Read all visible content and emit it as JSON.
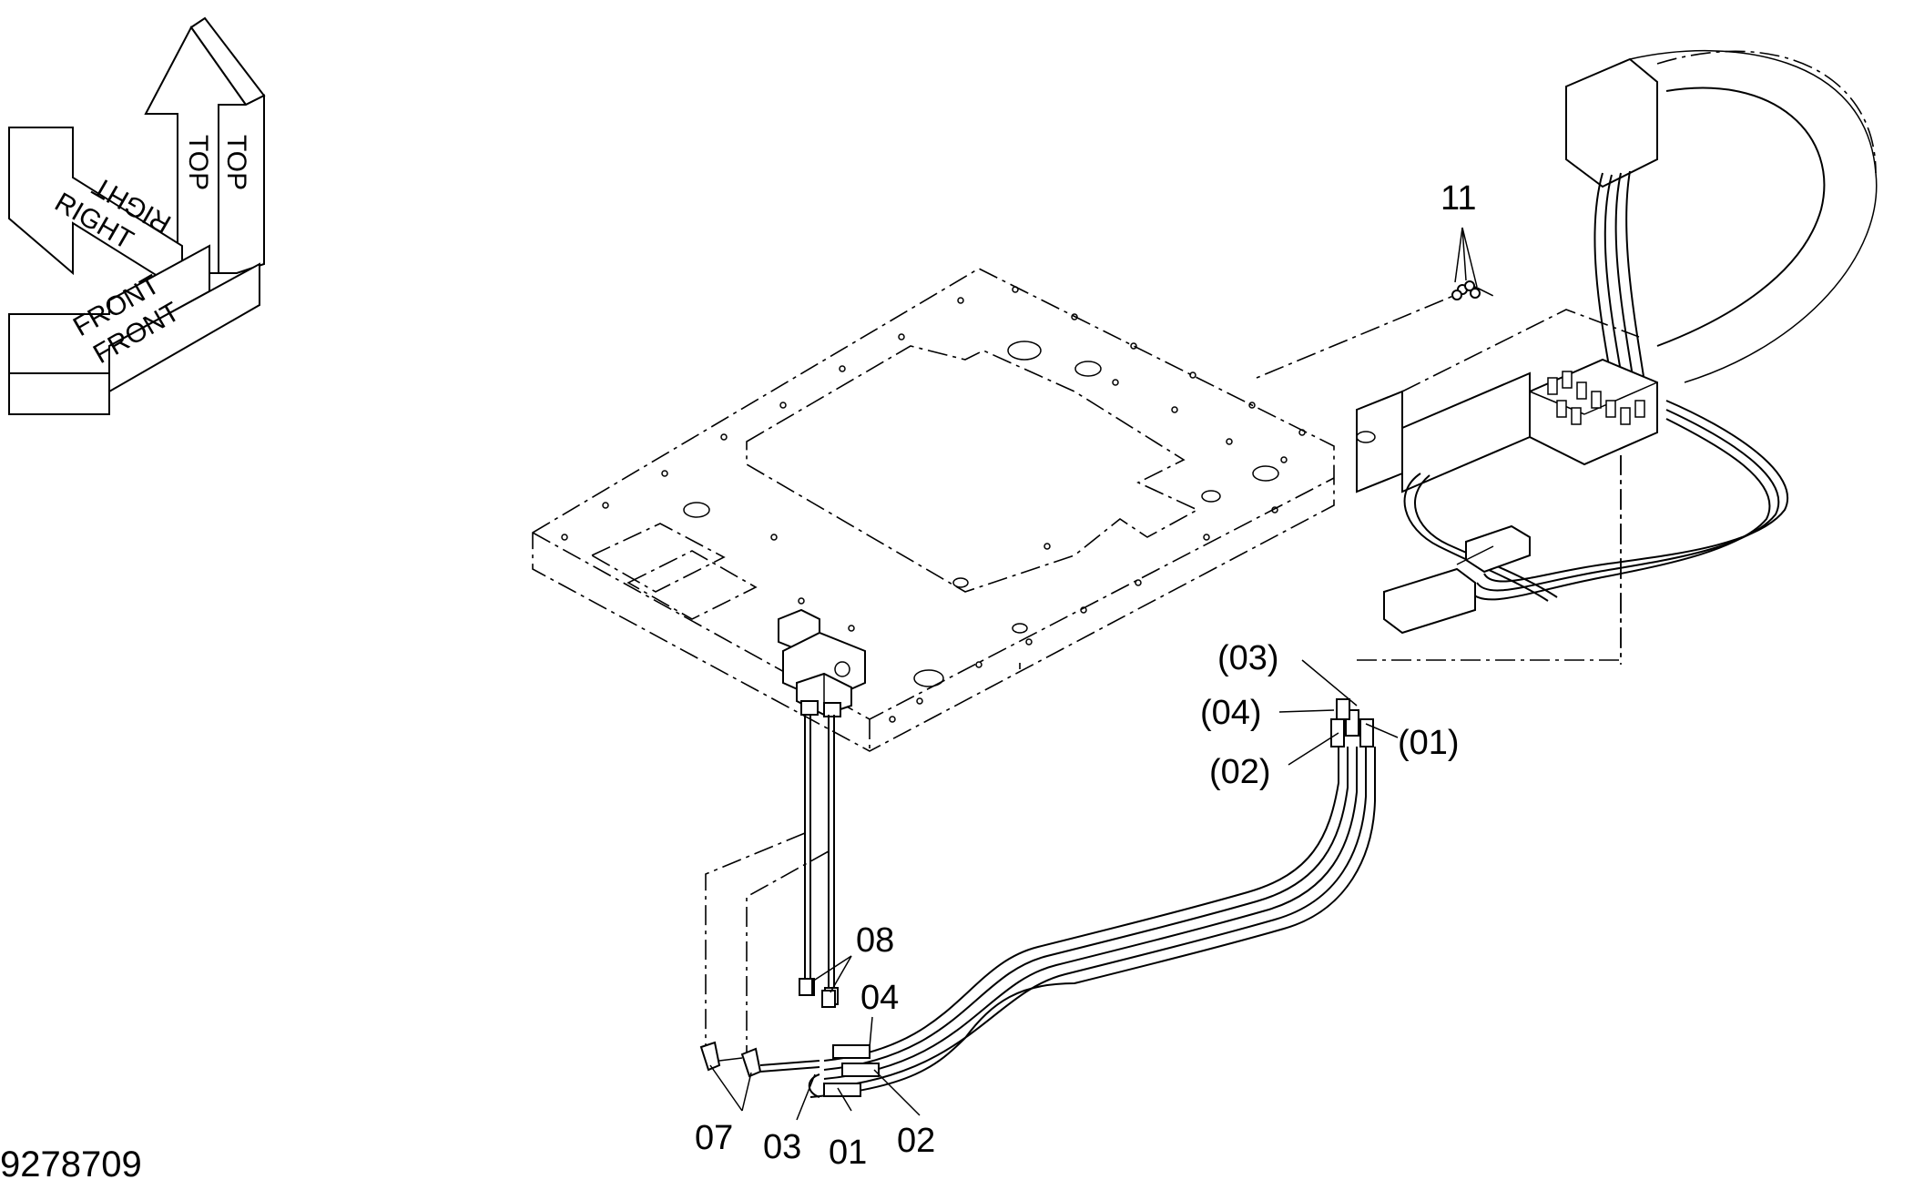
{
  "orientation_labels": {
    "top": "TOP",
    "top_mirror": "TOP",
    "right": "RIGHT",
    "right_mirror": "RIGHT",
    "front": "FRONT",
    "front_mirror": "FRONT"
  },
  "callouts": {
    "c11": "11",
    "c03_paren": "(03)",
    "c04_paren": "(04)",
    "c01_paren": "(01)",
    "c02_paren": "(02)",
    "c08": "08",
    "c04": "04",
    "c07": "07",
    "c03": "03",
    "c01": "01",
    "c02": "02"
  },
  "drawing_number": "9278709"
}
